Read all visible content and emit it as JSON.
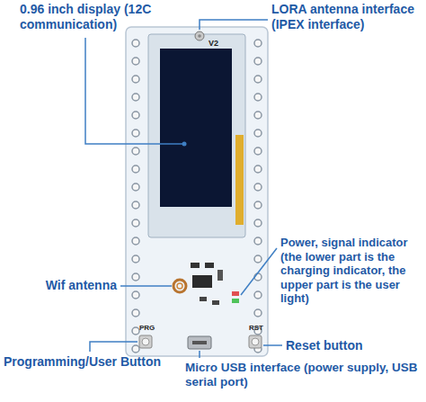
{
  "diagram": {
    "labels": [
      "0.96 inch display (12C communication)",
      "LORA antenna interface (IPEX interface)",
      "Power, signal indicator (the lower part is the charging indicator, the upper part is the user light)",
      "Wif antenna",
      "Programming/User Button",
      "Reset button",
      "Micro USB interface (power supply, USB serial port)",
      "V2",
      "PRG",
      "RST"
    ]
  }
}
